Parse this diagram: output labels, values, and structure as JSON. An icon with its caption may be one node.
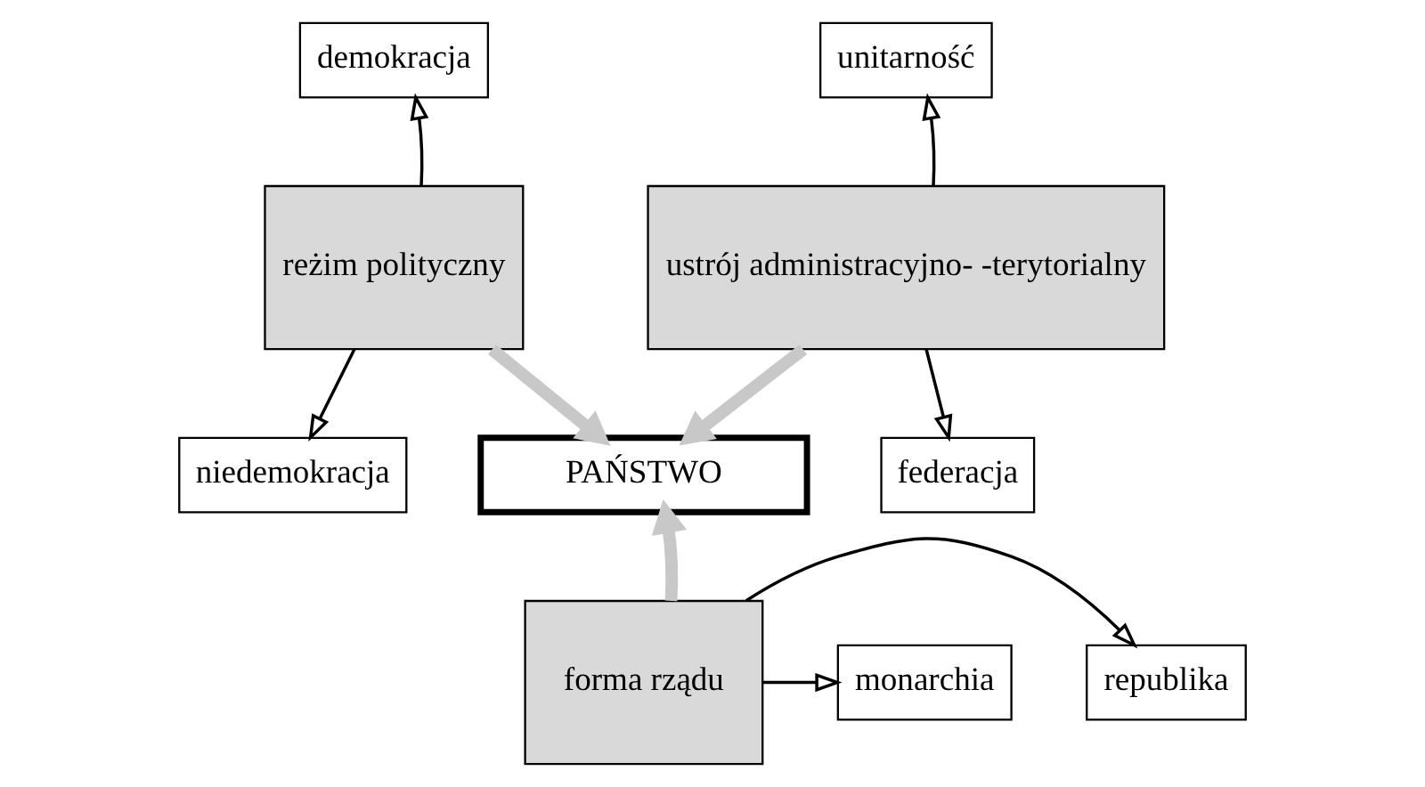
{
  "diagram": {
    "nodes": [
      {
        "text": [
          "demokracja"
        ]
      },
      {
        "text": [
          "unitarność"
        ]
      },
      {
        "text": [
          "reżim polityczny"
        ]
      },
      {
        "text": [
          "ustrój administracyjno- -terytorialny"
        ]
      },
      {
        "text": [
          "niedemokracja"
        ]
      },
      {
        "text": [
          "PAŃSTWO"
        ]
      },
      {
        "text": [
          "federacja"
        ]
      },
      {
        "text": [
          "monarchia"
        ]
      },
      {
        "text": [
          "forma rządu"
        ]
      },
      {
        "text": [
          "republika"
        ]
      }
    ],
    "edges": [
      {
        "from": 2,
        "to": 0,
        "arrow": "to"
      },
      {
        "from": 2,
        "to": 4,
        "arrow": "to"
      },
      {
        "from": 2,
        "to": 5,
        "arrow": "to",
        "style": "thick",
        "color": "#c8c8c8"
      },
      {
        "from": 3,
        "to": 1,
        "arrow": "to"
      },
      {
        "from": 3,
        "to": 6,
        "arrow": "to"
      },
      {
        "from": 3,
        "to": 5,
        "arrow": "to",
        "style": "thick",
        "color": "#c8c8c8"
      },
      {
        "from": 8,
        "to": 5,
        "arrow": "to",
        "style": "thick",
        "color": "#c8c8c8"
      },
      {
        "from": 8,
        "to": 7,
        "arrow": "to"
      },
      {
        "from": 8,
        "to": 9,
        "arrow": "to"
      }
    ]
  }
}
